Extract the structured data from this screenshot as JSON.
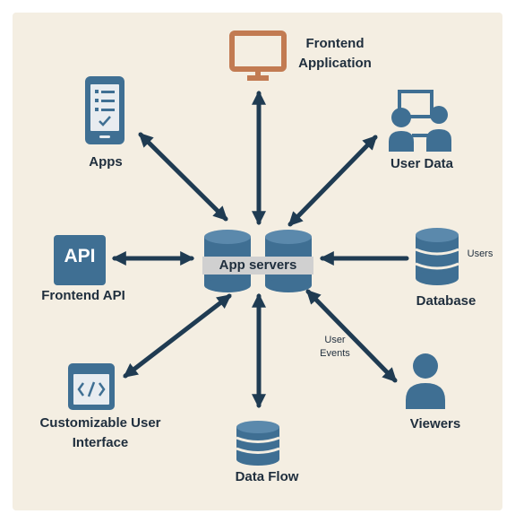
{
  "center": {
    "label": "App servers"
  },
  "nodes": {
    "frontend_application": {
      "label": "Frontend\nApplication"
    },
    "apps": {
      "label": "Apps"
    },
    "user_data": {
      "label": "User Data"
    },
    "frontend_api": {
      "label": "Frontend API",
      "icon_text": "API"
    },
    "database": {
      "label": "Database",
      "side_label": "Users"
    },
    "customizable_ui": {
      "label": "Customizable User\nInterface"
    },
    "viewers": {
      "label": "Viewers"
    },
    "data_flow": {
      "label": "Data Flow"
    }
  },
  "edge_labels": {
    "viewers_edge": "User\nEvents"
  },
  "icons": {
    "frontend_application": "monitor-icon",
    "apps": "smartphone-checklist-icon",
    "user_data": "users-meeting-icon",
    "frontend_api": "api-badge-icon",
    "database": "database-icon",
    "customizable_ui": "code-window-icon",
    "viewers": "person-icon",
    "data_flow": "database-icon",
    "app_servers": "database-cluster-icon"
  },
  "colors": {
    "panel": "#f4eee2",
    "primary": "#3f6f93",
    "primary_dark": "#2e5574",
    "monitor": "#c27b52",
    "arrow": "#1f3b52",
    "band": "#d0d0d0",
    "text": "#1f2e3d"
  }
}
